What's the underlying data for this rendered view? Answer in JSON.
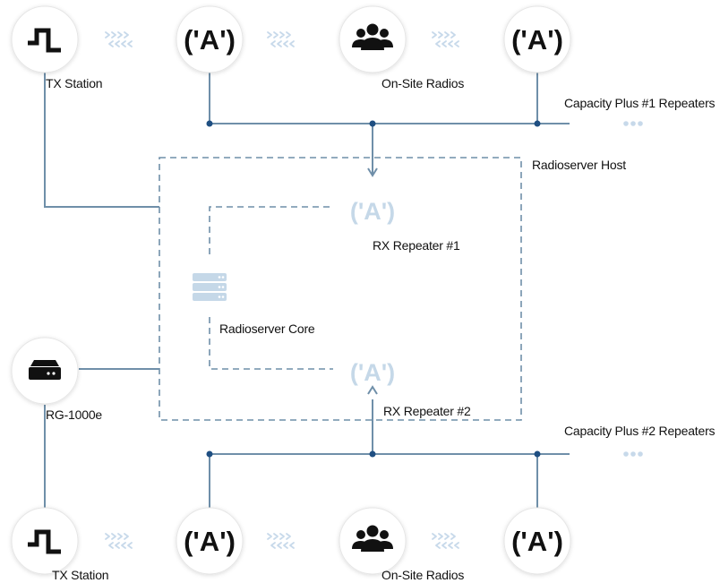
{
  "labels": {
    "tx_station_top": "TX Station",
    "on_site_radios_top": "On-Site Radios",
    "capacity_plus_1": "Capacity Plus #1 Repeaters",
    "radioserver_host": "Radioserver Host",
    "rx_repeater_1": "RX Repeater #1",
    "radioserver_core": "Radioserver Core",
    "rg_1000e": "RG-1000e",
    "rx_repeater_2": "RX Repeater #2",
    "capacity_plus_2": "Capacity Plus #2 Repeaters",
    "tx_station_bottom": "TX Station",
    "on_site_radios_bottom": "On-Site Radios"
  },
  "repeater_glyph": "('A')",
  "colors": {
    "line": "#6f8fa9",
    "node": "#1f4f82",
    "dash": "#6f8fa9",
    "faded_icon": "#c5d8e8",
    "chevron": "#c7d9ea",
    "icon": "#111111",
    "circle_border": "#e6e6e6"
  },
  "icons": [
    "square-wave-icon",
    "repeater-antenna-icon",
    "user-group-icon",
    "server-stack-icon",
    "gateway-device-icon",
    "chevron-arrows-icon",
    "ellipsis-dots-icon"
  ]
}
